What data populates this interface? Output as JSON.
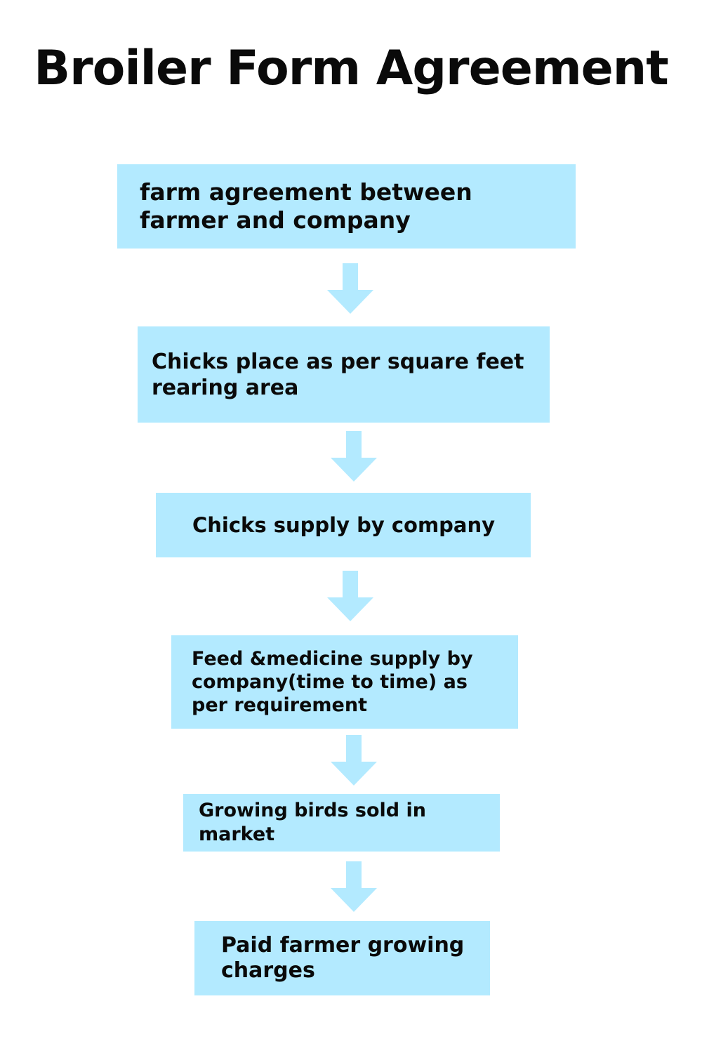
{
  "title": "Broiler Form Agreement",
  "colors": {
    "box_fill": "#b3eaff",
    "arrow_fill": "#b3eaff",
    "text": "#0a0a0a",
    "background": "#ffffff"
  },
  "steps": [
    {
      "label": "farm agreement between farmer and company"
    },
    {
      "label": "Chicks place as per square feet rearing area"
    },
    {
      "label": "Chicks supply by company"
    },
    {
      "label": "Feed &medicine supply by company(time to time) as per requirement"
    },
    {
      "label": "Growing birds sold in market"
    },
    {
      "label": "Paid farmer growing charges"
    }
  ],
  "connectors": [
    {
      "icon": "arrow-down-icon"
    },
    {
      "icon": "arrow-down-icon"
    },
    {
      "icon": "arrow-down-icon"
    },
    {
      "icon": "arrow-down-icon"
    },
    {
      "icon": "arrow-down-icon"
    }
  ]
}
